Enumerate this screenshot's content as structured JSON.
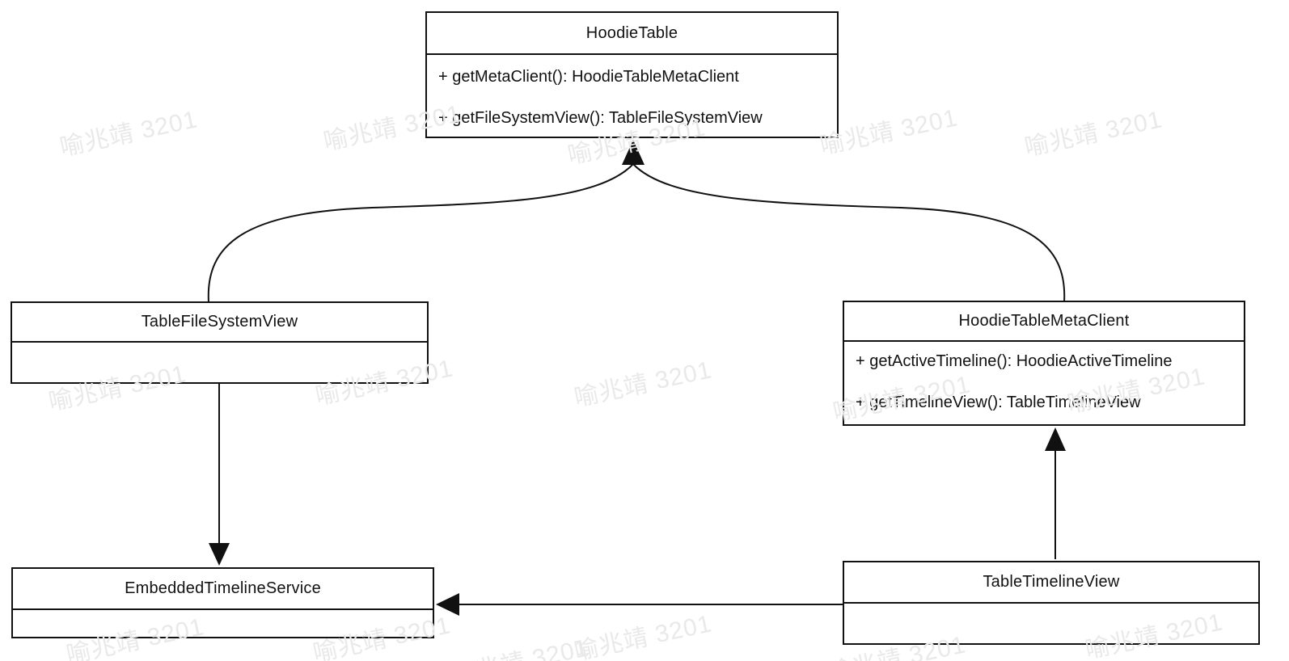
{
  "diagram": {
    "type": "uml-class-diagram",
    "background": "#ffffff",
    "line_color": "#111111",
    "classes": [
      {
        "name": "HoodieTable",
        "methods": [
          "+ getMetaClient(): HoodieTableMetaClient",
          "+ getFileSystemView(): TableFileSystemView"
        ]
      },
      {
        "name": "TableFileSystemView",
        "methods": []
      },
      {
        "name": "HoodieTableMetaClient",
        "methods": [
          "+ getActiveTimeline(): HoodieActiveTimeline",
          "+ getTimelineView(): TableTimelineView"
        ]
      },
      {
        "name": "EmbeddedTimelineService",
        "methods": []
      },
      {
        "name": "TableTimelineView",
        "methods": []
      }
    ],
    "relations": [
      {
        "from": "TableFileSystemView",
        "to": "HoodieTable",
        "style": "curved-line-merging-into-filled-arrowhead"
      },
      {
        "from": "HoodieTableMetaClient",
        "to": "HoodieTable",
        "style": "curved-line-merging-into-filled-arrowhead"
      },
      {
        "from": "TableFileSystemView",
        "to": "EmbeddedTimelineService",
        "style": "straight-vertical-arrow-down"
      },
      {
        "from": "TableTimelineView",
        "to": "EmbeddedTimelineService",
        "style": "straight-horizontal-arrow-left"
      },
      {
        "from": "TableTimelineView",
        "to": "HoodieTableMetaClient",
        "style": "straight-vertical-arrow-up"
      }
    ]
  },
  "watermark": {
    "text": "喻兆靖 3201",
    "color": "#e9e9e9"
  }
}
